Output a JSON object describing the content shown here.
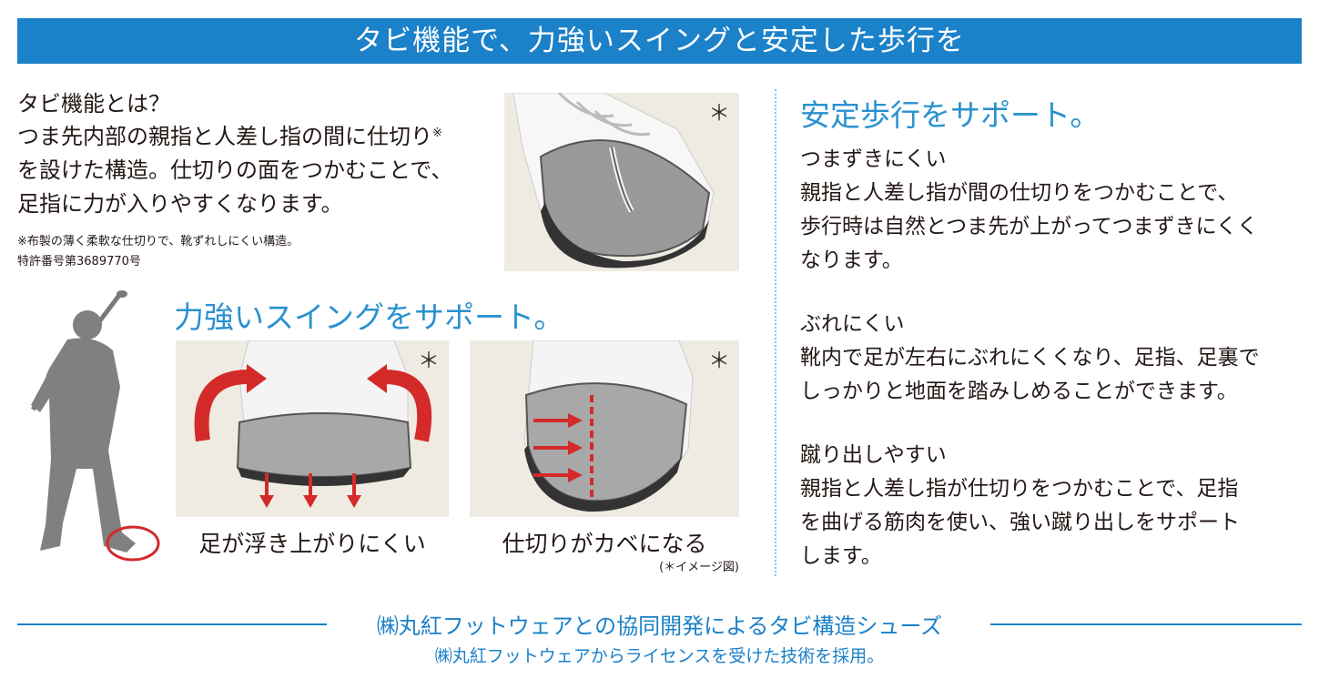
{
  "banner": "タビ機能で、力強いスイングと安定した歩行を",
  "left": {
    "q_title": "タビ機能とは？",
    "line1": "つま先内部の親指と人差し指の間に仕切り",
    "line1_mark": "※",
    "line2": "を設けた構造。仕切りの面をつかむことで、",
    "line3": "足指に力が入りやすくなります。",
    "note1": "※布製の薄く柔軟な仕切りで、靴ずれしにくい構造。",
    "note2": "特許番号第3689770号"
  },
  "asterisk": "＊",
  "swing": {
    "heading": "力強いスイングをサポート。",
    "cap1": "足が浮き上がりにくい",
    "cap2": "仕切りがカベになる",
    "image_note": "(＊イメージ図)"
  },
  "walk": {
    "heading": "安定歩行をサポート。",
    "s1_title": "つまずきにくい",
    "s1_l1": "親指と人差し指が間の仕切りをつかむことで、",
    "s1_l2": "歩行時は自然とつま先が上がってつまずきにくく",
    "s1_l3": "なります。",
    "s2_title": "ぶれにくい",
    "s2_l1": "靴内で足が左右にぶれにくくなり、足指、足裏で",
    "s2_l2": "しっかりと地面を踏みしめることができます。",
    "s3_title": "蹴り出しやすい",
    "s3_l1": "親指と人差し指が仕切りをつかむことで、足指",
    "s3_l2": "を曲げる筋肉を使い、強い蹴り出しをサポート",
    "s3_l3": "します。"
  },
  "footer": {
    "line1": "㈱丸紅フットウェアとの協同開発によるタビ構造シューズ",
    "line2": "㈱丸紅フットウェアからライセンスを受けた技術を採用。"
  },
  "colors": {
    "brand_blue": "#1b81c9",
    "heading_blue": "#2a91cf",
    "arrow_red": "#d42a2a"
  }
}
